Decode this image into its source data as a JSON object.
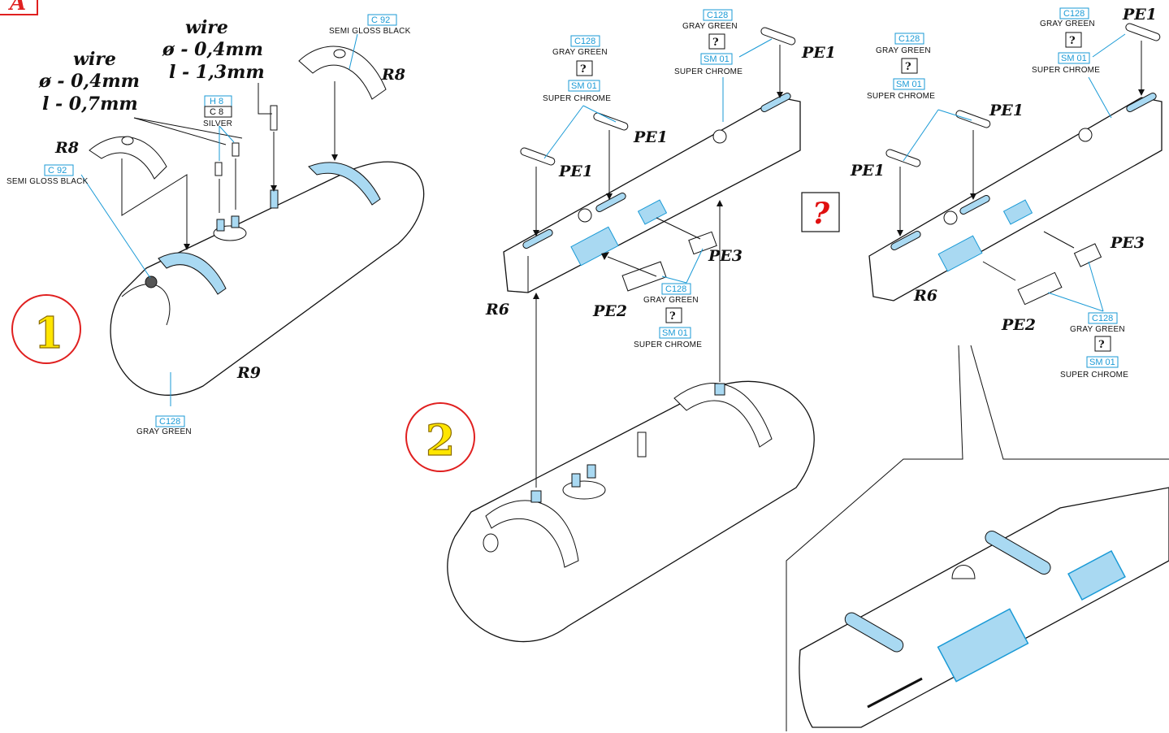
{
  "section_letter": "A",
  "steps": {
    "one": "1",
    "two": "2"
  },
  "question_mark": "?",
  "wire_short": {
    "title": "wire",
    "diameter": "ø - 0,4mm",
    "length": "l - 0,7mm"
  },
  "wire_long": {
    "title": "wire",
    "diameter": "ø - 0,4mm",
    "length": "l - 1,3mm"
  },
  "parts": {
    "r8": "R8",
    "r9": "R9",
    "r6": "R6",
    "pe1": "PE1",
    "pe2": "PE2",
    "pe3": "PE3"
  },
  "paints": {
    "c92": {
      "code": "C 92",
      "name": "SEMI GLOSS BLACK"
    },
    "c128": {
      "code": "C128",
      "name": "GRAY GREEN"
    },
    "h8": {
      "code": "H 8"
    },
    "c8": {
      "code": "C 8",
      "name": "SILVER"
    },
    "sm01": {
      "code": "SM 01",
      "name": "SUPER CHROME"
    },
    "c128_b": {
      "code": "C128",
      "name": "GRAY GREEN"
    }
  },
  "colors": {
    "accent": "#1a9ad6",
    "fill": "#a9d9f2",
    "step_ring": "#e02020",
    "step_fill": "#ffe600",
    "alert": "#e01010"
  }
}
